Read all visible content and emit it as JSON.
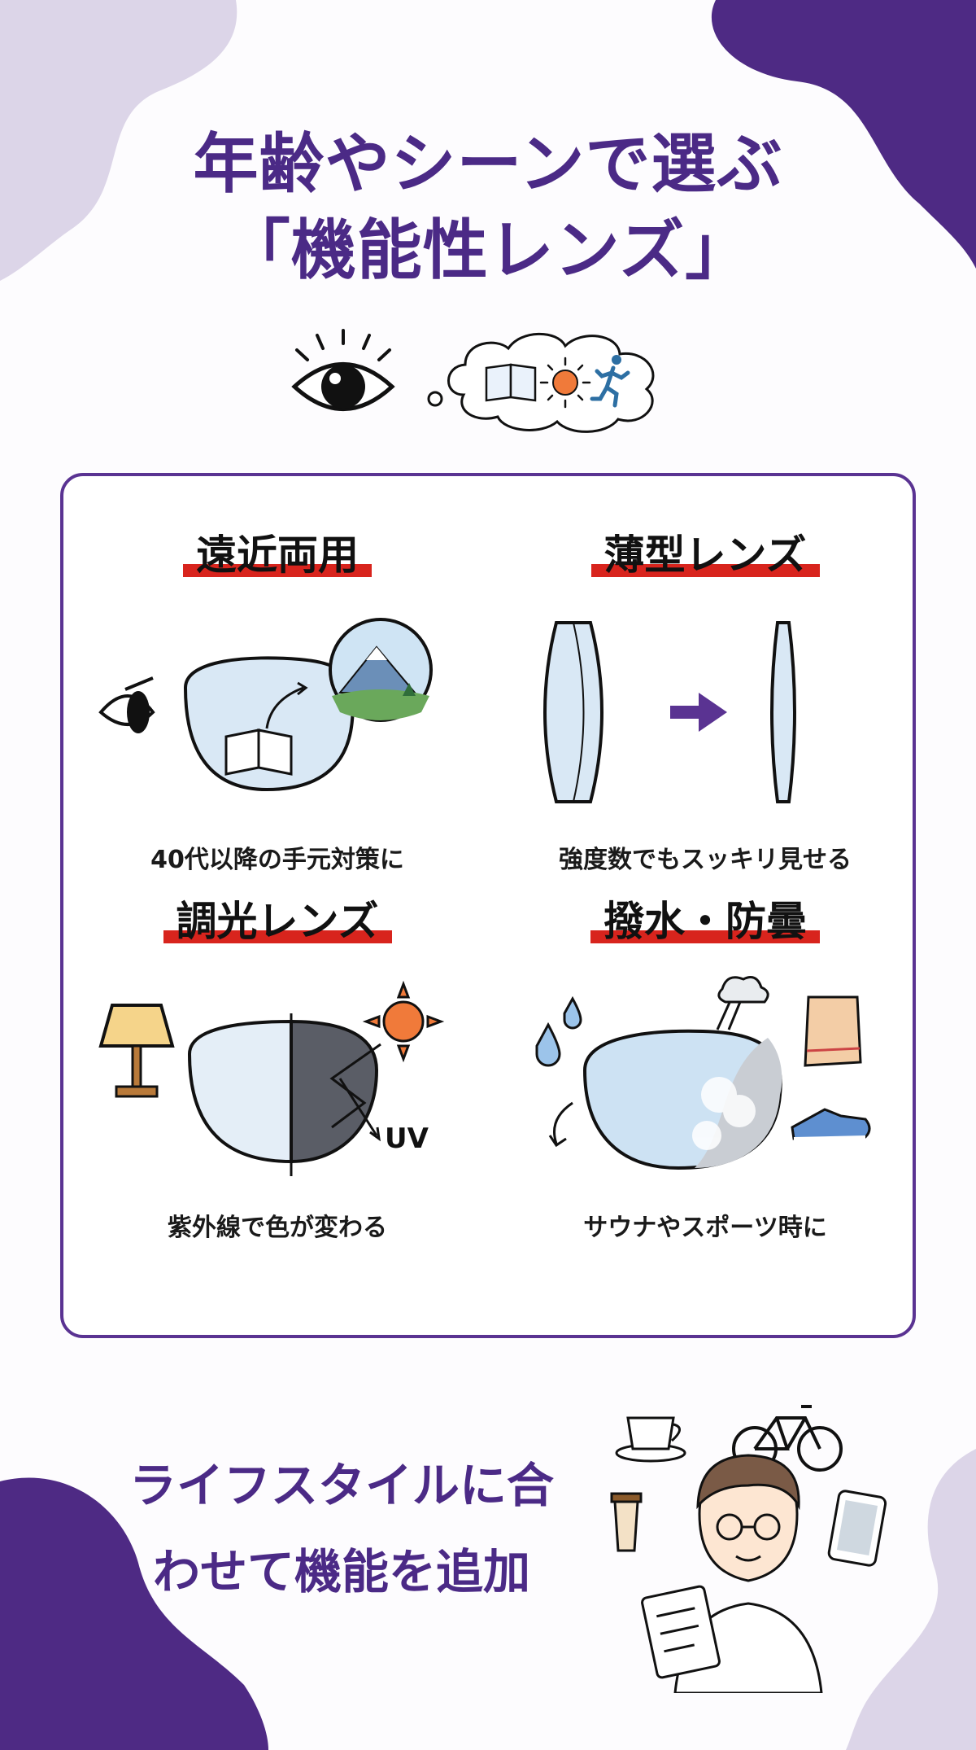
{
  "title": {
    "line1": "年齢やシーンで選ぶ",
    "line2": "「機能性レンズ」"
  },
  "hero_icons": [
    "eye-icon",
    "book-icon",
    "sun-icon",
    "runner-icon"
  ],
  "features": [
    {
      "title": "遠近両用",
      "caption": "40代以降の手元対策に"
    },
    {
      "title": "薄型レンズ",
      "caption": "強度数でもスッキリ見せる"
    },
    {
      "title": "調光レンズ",
      "caption": "紫外線で色が変わる",
      "uv_label": "UV"
    },
    {
      "title": "撥水・防曇",
      "caption": "サウナやスポーツ時に"
    }
  ],
  "bottom": {
    "line1": "ライフスタイルに合",
    "line2": "わせて機能を追加"
  },
  "colors": {
    "brand_purple": "#4b2a86",
    "card_border": "#5a3392",
    "highlight_red": "#d8241d",
    "blob_dark": "#4e2a84",
    "blob_light": "#dcd5e8"
  }
}
